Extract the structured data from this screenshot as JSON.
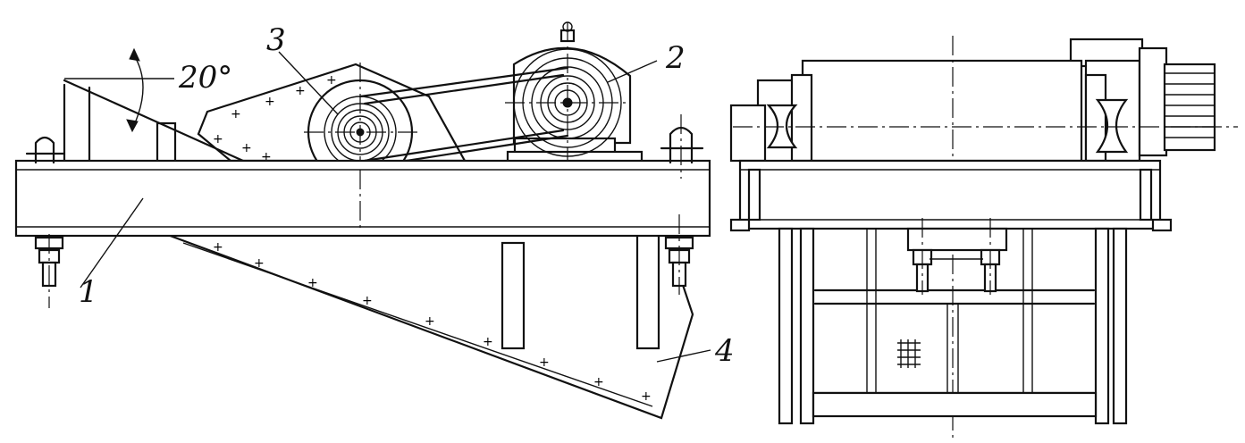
{
  "figure": {
    "angle_label": "20°",
    "callouts": [
      {
        "id": "1",
        "text": "1"
      },
      {
        "id": "2",
        "text": "2"
      },
      {
        "id": "3",
        "text": "3"
      },
      {
        "id": "4",
        "text": "4"
      }
    ]
  }
}
